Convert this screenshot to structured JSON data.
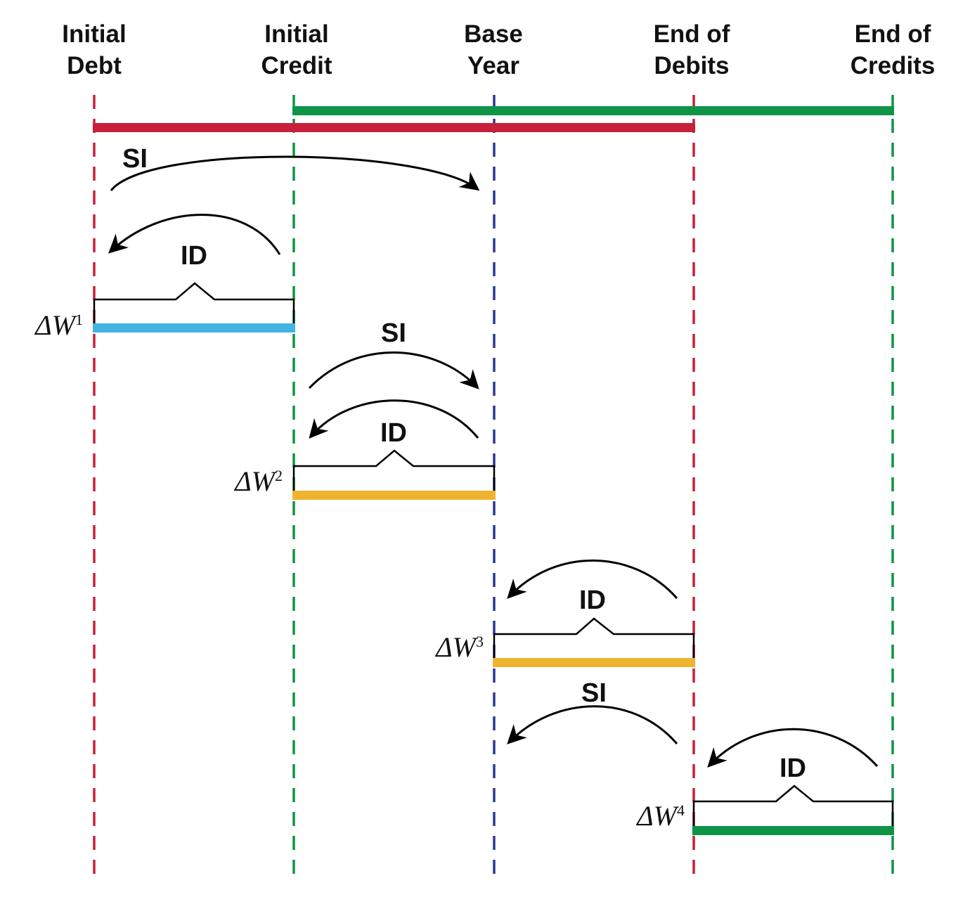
{
  "milestones": [
    {
      "line1": "Initial",
      "line2": "Debt",
      "color": "#c8203a"
    },
    {
      "line1": "Initial",
      "line2": "Credit",
      "color": "#0e9447"
    },
    {
      "line1": "Base",
      "line2": "Year",
      "color": "#2b3990"
    },
    {
      "line1": "End of",
      "line2": "Debits",
      "color": "#c8203a"
    },
    {
      "line1": "End of",
      "line2": "Credits",
      "color": "#0e9447"
    }
  ],
  "periods": {
    "credit_color": "#0e9447",
    "debit_color": "#c8203a"
  },
  "arrows": {
    "si": "SI",
    "id": "ID"
  },
  "segments": [
    {
      "symbol": "ΔW",
      "index": "1",
      "color": "#42b4e4"
    },
    {
      "symbol": "ΔW",
      "index": "2",
      "color": "#f0b330"
    },
    {
      "symbol": "ΔW",
      "index": "3",
      "color": "#f0b330"
    },
    {
      "symbol": "ΔW",
      "index": "4",
      "color": "#0e9447"
    }
  ]
}
